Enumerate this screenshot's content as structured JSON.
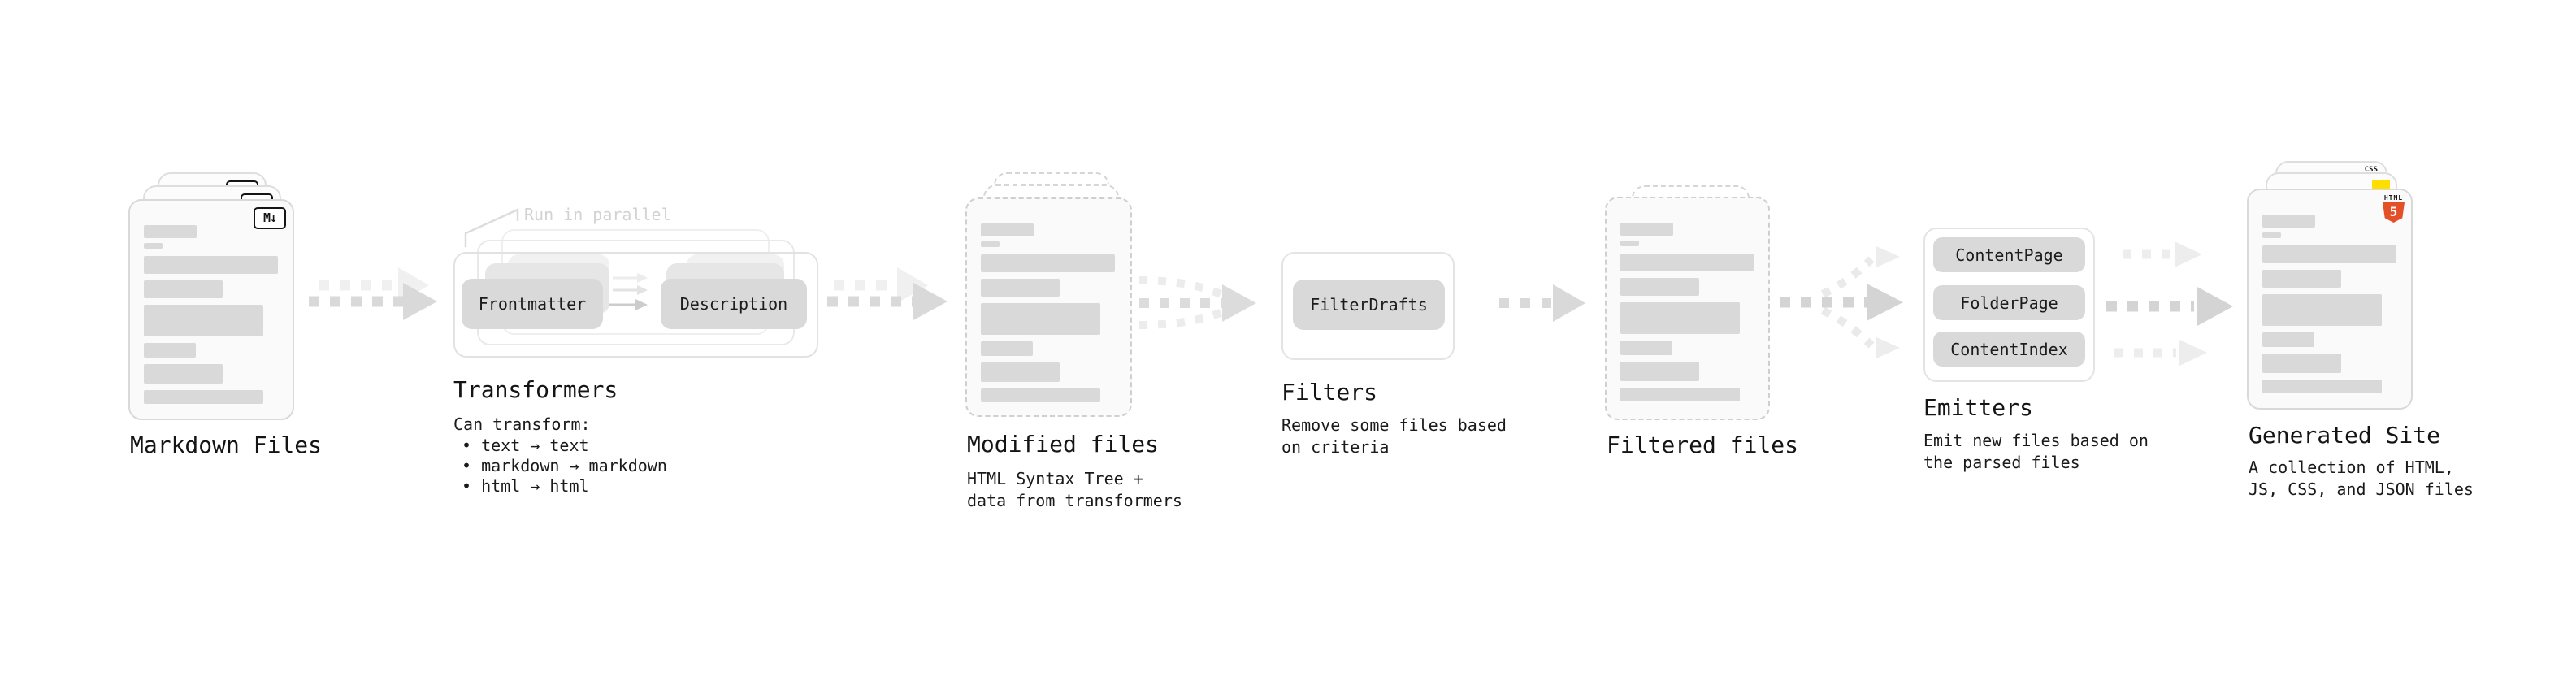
{
  "pipeline": {
    "markdown_files": {
      "title": "Markdown Files",
      "badge": "M↓"
    },
    "transformers": {
      "note": "Run in parallel",
      "chip_left": "Frontmatter",
      "chip_right": "Description",
      "title": "Transformers",
      "subtitle": "Can transform:",
      "bullets": [
        "• text → text",
        "• markdown → markdown",
        "• html → html"
      ]
    },
    "modified_files": {
      "title": "Modified files",
      "description": "HTML Syntax Tree + data from transformers"
    },
    "filters": {
      "chip": "FilterDrafts",
      "title": "Filters",
      "description": "Remove some files based on criteria"
    },
    "filtered_files": {
      "title": "Filtered files"
    },
    "emitters": {
      "chips": [
        "ContentPage",
        "FolderPage",
        "ContentIndex"
      ],
      "title": "Emitters",
      "description": "Emit new files based on the parsed files"
    },
    "generated_site": {
      "title": "Generated Site",
      "description": "A collection of HTML, JS, CSS, and JSON files",
      "html5_badge": {
        "top": "HTML",
        "number": "5"
      },
      "css_badge": "CSS"
    }
  },
  "colors": {
    "html5_orange": "#E34F26",
    "js_yellow": "#FFDE00",
    "css_blue": "#2965F1",
    "placeholder_gray": "#d9d9d9"
  }
}
